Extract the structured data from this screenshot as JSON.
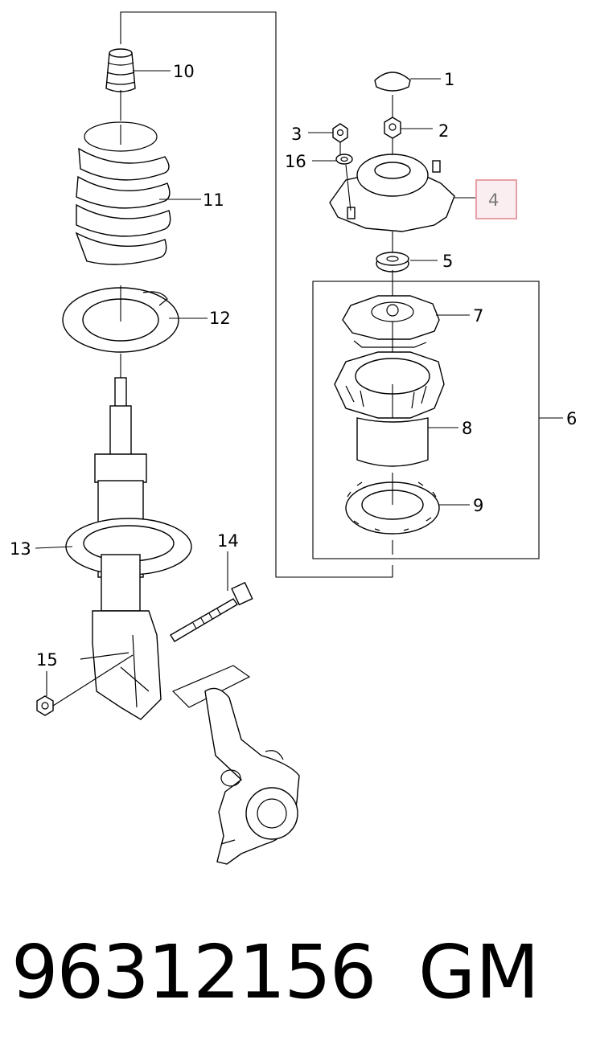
{
  "callouts": {
    "c1": "1",
    "c2": "2",
    "c3": "3",
    "c4": "4",
    "c5": "5",
    "c6": "6",
    "c7": "7",
    "c8": "8",
    "c9": "9",
    "c10": "10",
    "c11": "11",
    "c12": "12",
    "c13": "13",
    "c14": "14",
    "c15": "15",
    "c16": "16"
  },
  "highlight": {
    "callout": "4",
    "color": "#e8a0a8",
    "fill": "#fbeef0"
  },
  "footer": {
    "part_number": "96312156",
    "brand": "GM"
  }
}
